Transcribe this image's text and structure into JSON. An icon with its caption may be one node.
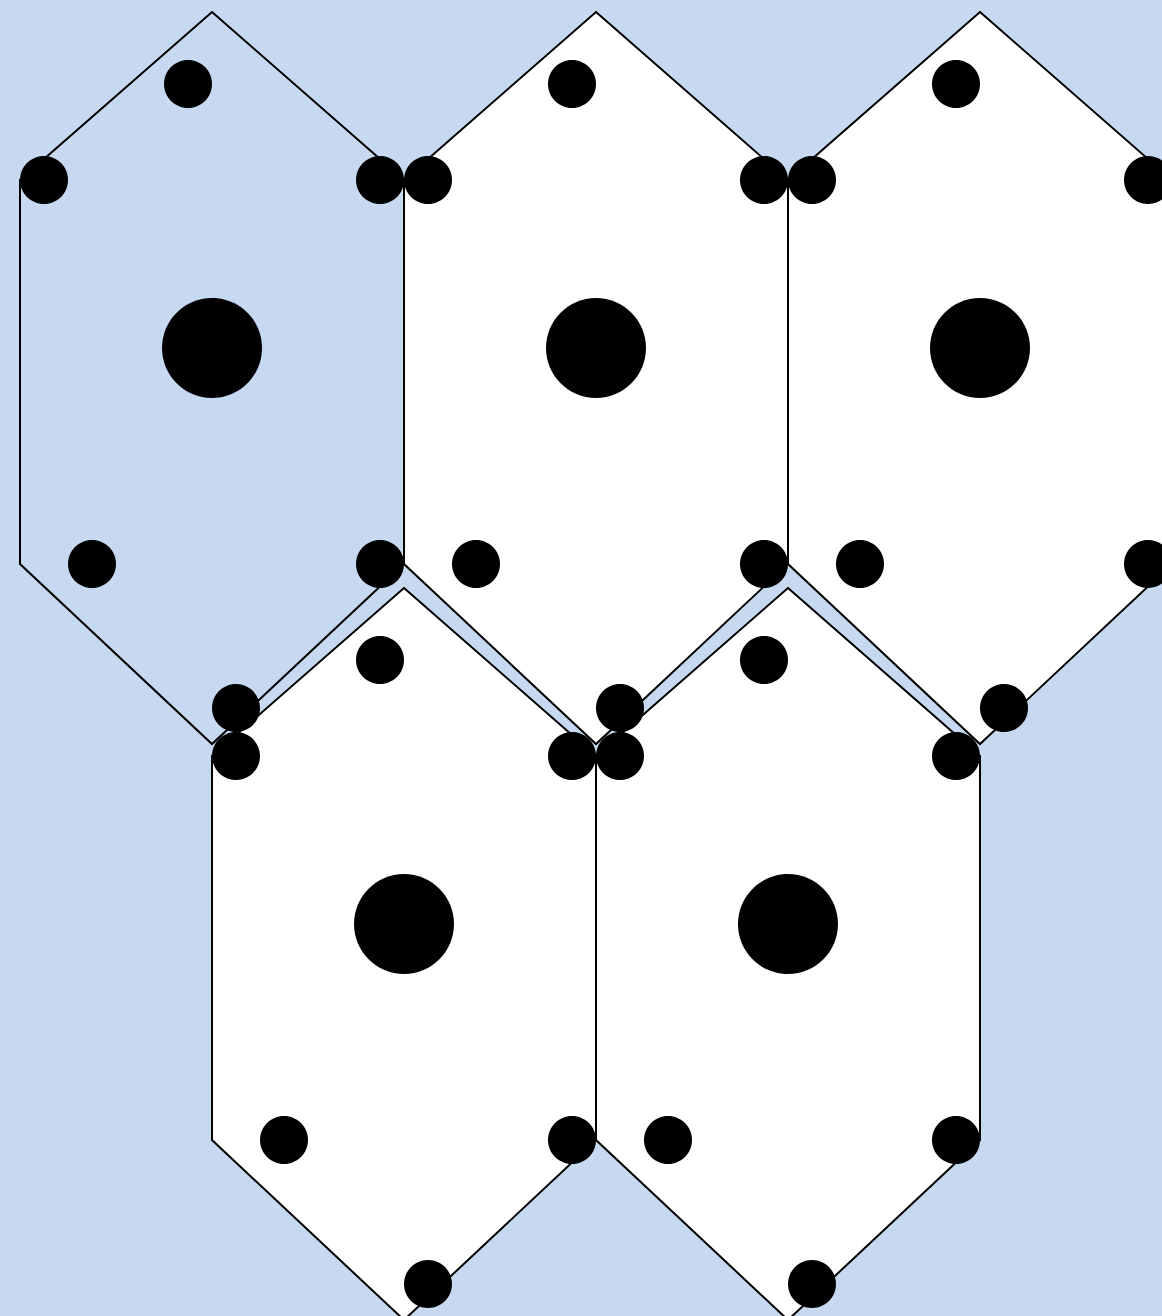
{
  "diagram": {
    "nodes": [
      {
        "text": [],
        "shape": "hexagon"
      },
      {
        "text": [],
        "shape": "hexagon"
      },
      {
        "text": [],
        "shape": "hexagon"
      },
      {
        "text": [],
        "shape": "hexagon"
      },
      {
        "text": [],
        "shape": "hexagon"
      }
    ]
  }
}
